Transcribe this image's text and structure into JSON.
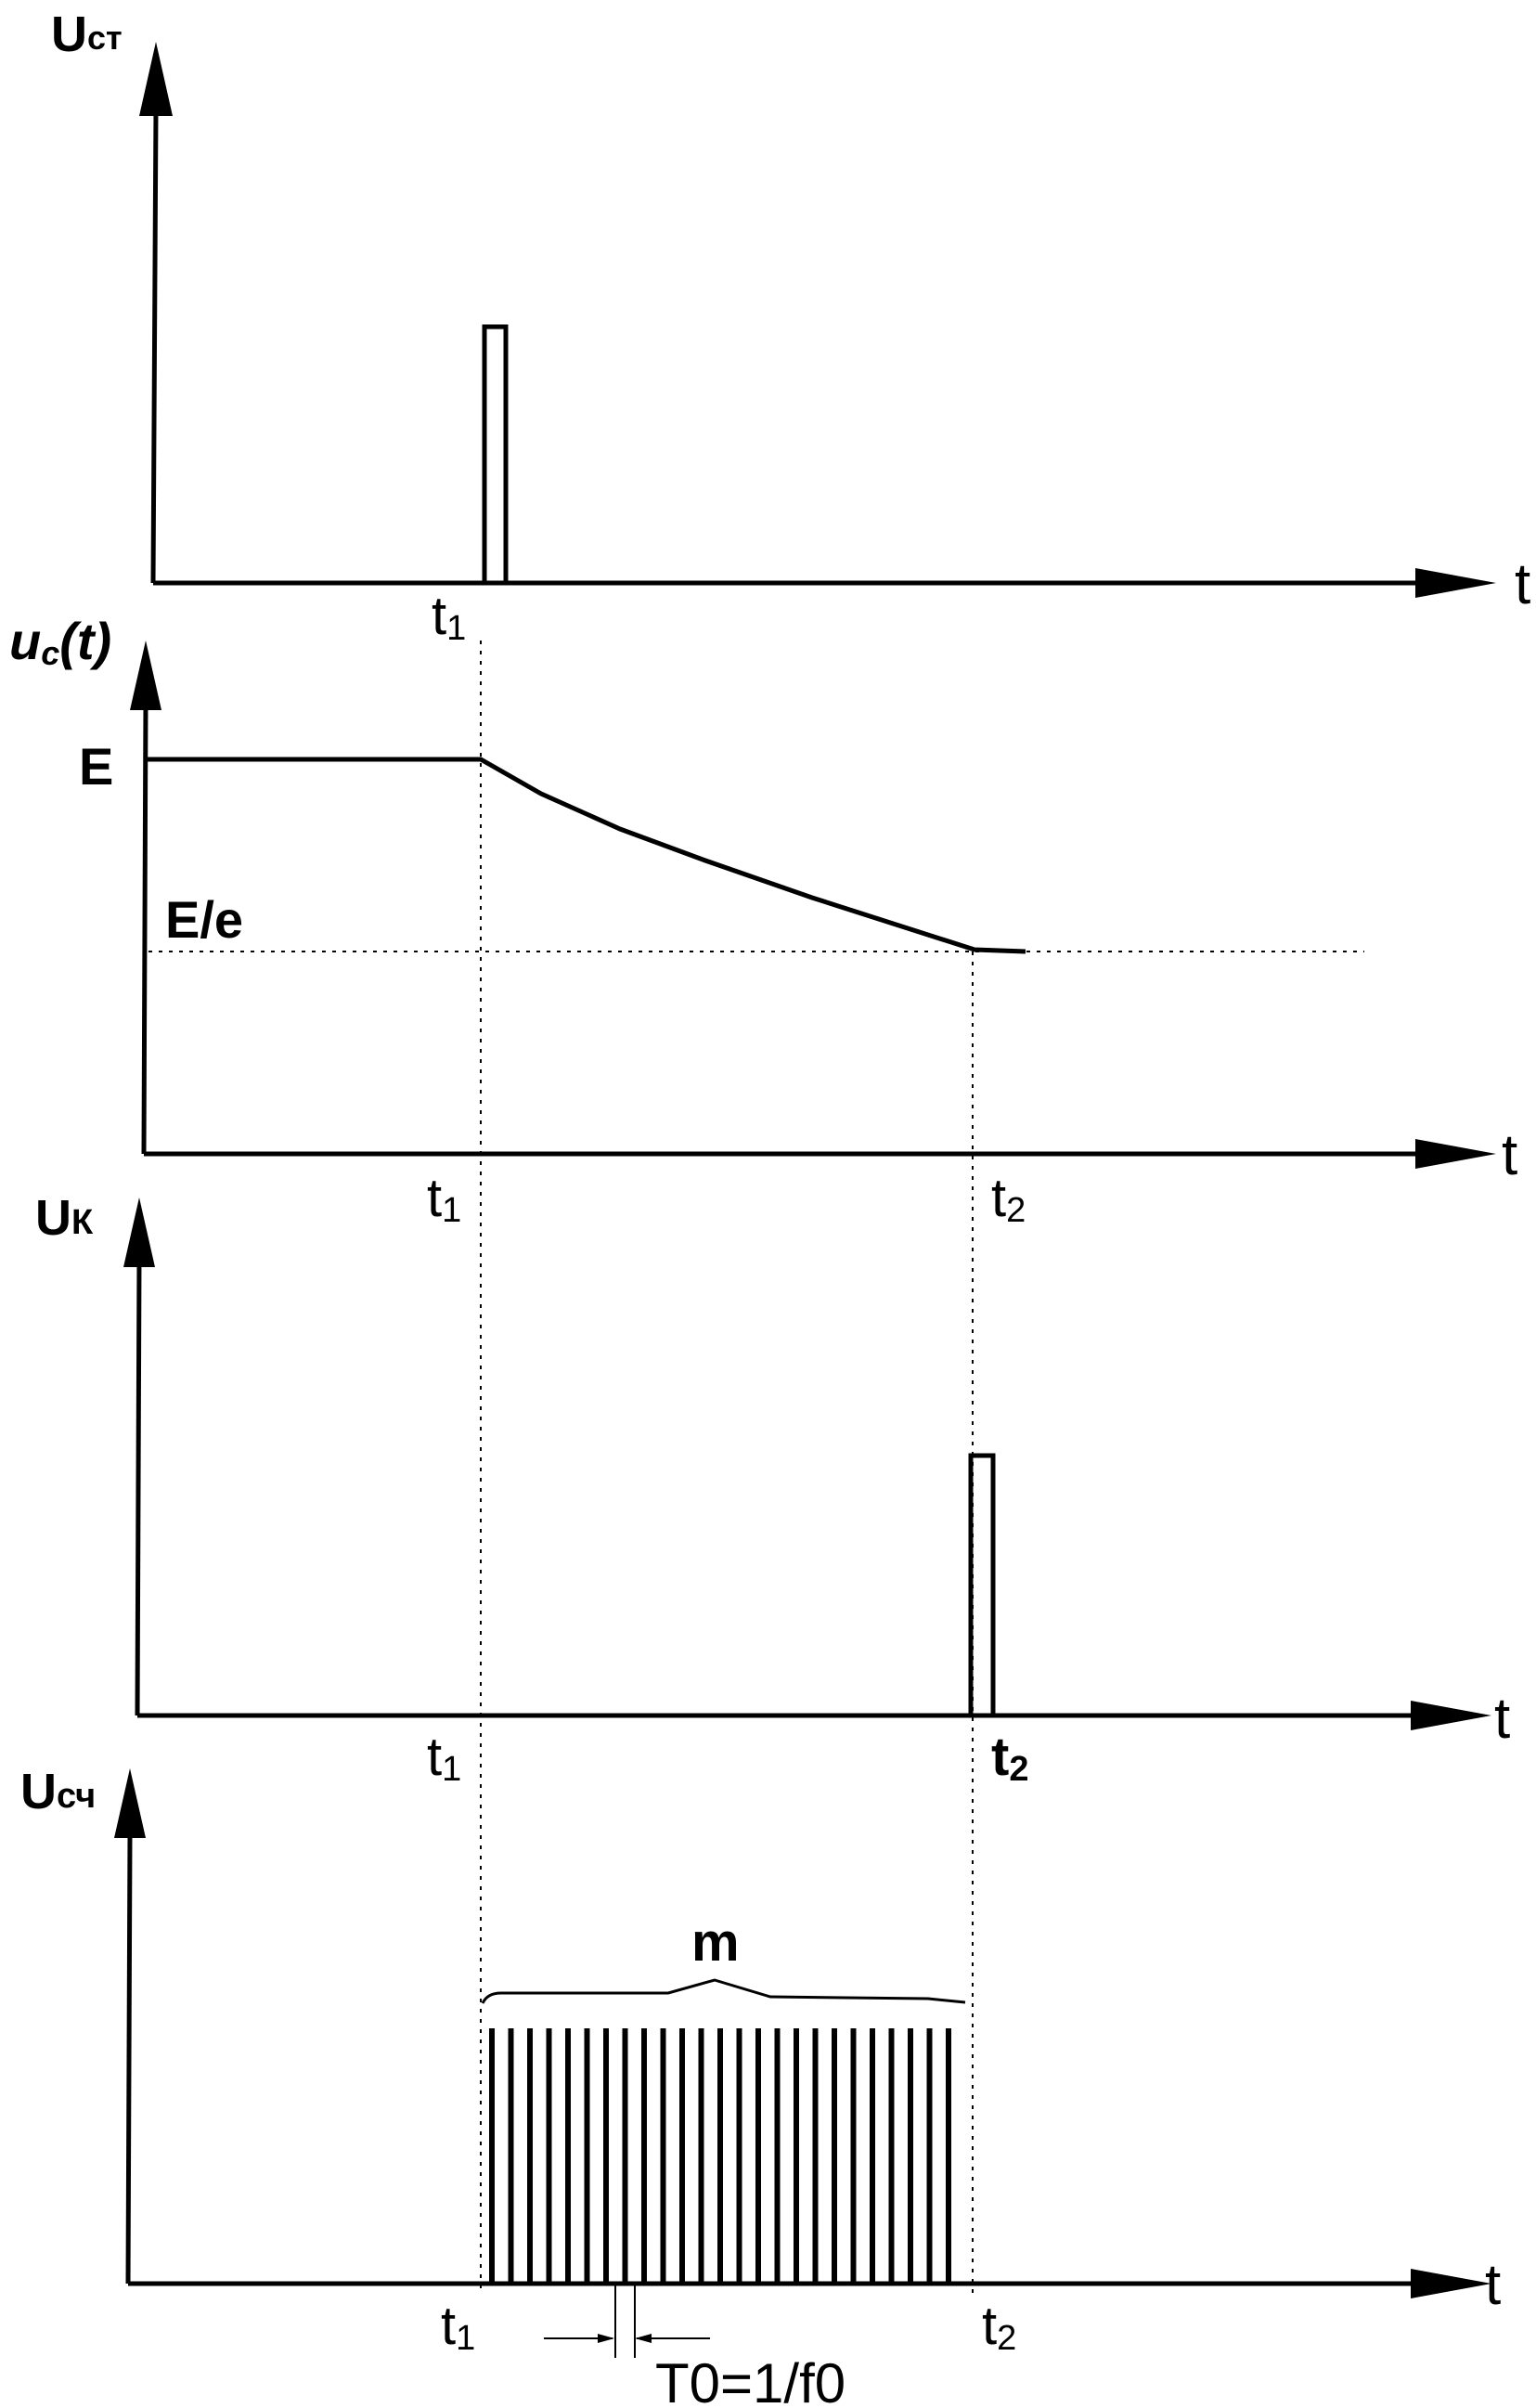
{
  "panels": {
    "start": {
      "ylabel_main": "U",
      "ylabel_sub": "ст",
      "xlabel": "t",
      "t1": "1"
    },
    "cap": {
      "ylabel_main": "u",
      "ylabel_sub": "c",
      "ylabel_tail": "(t)",
      "xlabel": "t",
      "level_E": "E",
      "level_Ee": "E/e",
      "t1": "1",
      "t2": "2"
    },
    "comp": {
      "ylabel_main": "U",
      "ylabel_sub": "К",
      "xlabel": "t",
      "t1": "1",
      "t2": "2"
    },
    "count": {
      "ylabel_main": "U",
      "ylabel_sub": "сч",
      "xlabel": "t",
      "t1": "1",
      "t2": "2",
      "pulses_label": "m",
      "period_label": "T0=1/f0",
      "pulse_count": 25
    }
  },
  "t_letter": "t",
  "colors": {
    "ink": "#000000",
    "background": "#ffffff"
  }
}
